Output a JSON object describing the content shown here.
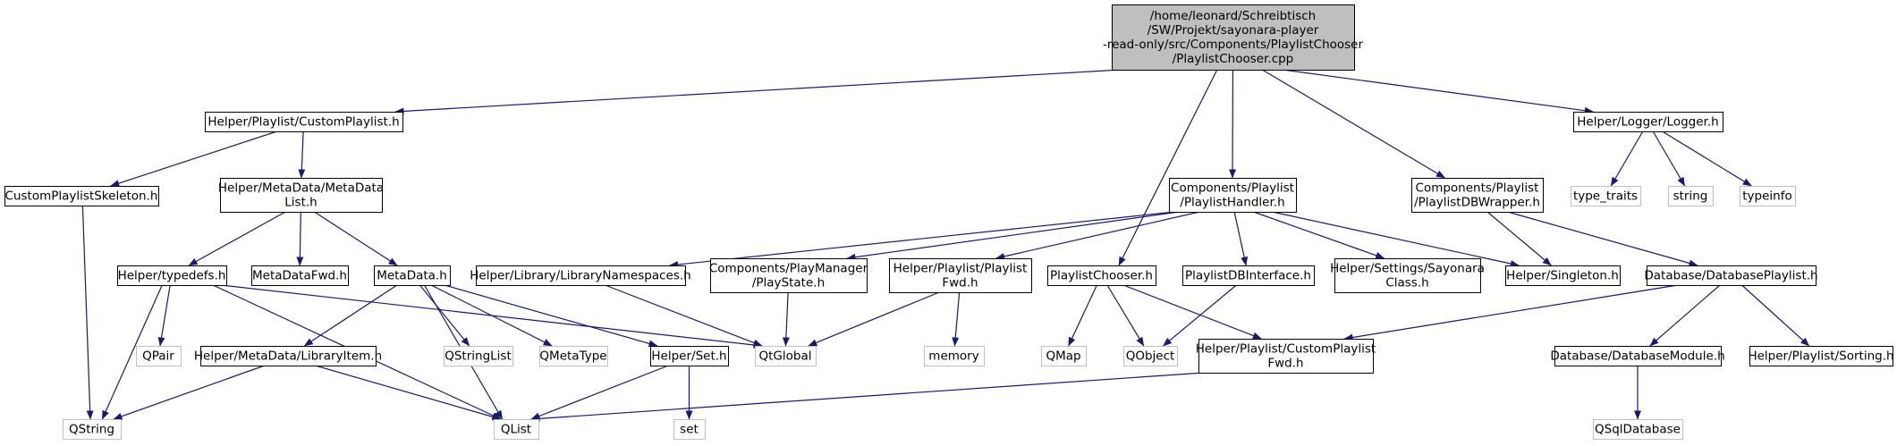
{
  "root": {
    "lines": [
      "/home/leonard/Schreibtisch",
      "/SW/Projekt/sayonara-player",
      "-read-only/src/Components/PlaylistChooser",
      "/PlaylistChooser.cpp"
    ]
  },
  "nodes": {
    "custom_playlist_h": {
      "lines": [
        "Helper/Playlist/CustomPlaylist.h"
      ]
    },
    "components_playlist_handler_h": {
      "lines": [
        "Components/Playlist",
        "/PlaylistHandler.h"
      ]
    },
    "components_playlist_dbwrapper_h": {
      "lines": [
        "Components/Playlist",
        "/PlaylistDBWrapper.h"
      ]
    },
    "logger_h": {
      "lines": [
        "Helper/Logger/Logger.h"
      ]
    },
    "custom_playlist_skeleton_h": {
      "lines": [
        "CustomPlaylistSkeleton.h"
      ]
    },
    "metadata_list_h": {
      "lines": [
        "Helper/MetaData/MetaData",
        "List.h"
      ]
    },
    "type_traits": {
      "lines": [
        "type_traits"
      ]
    },
    "string": {
      "lines": [
        "string"
      ]
    },
    "typeinfo": {
      "lines": [
        "typeinfo"
      ]
    },
    "typedefs_h": {
      "lines": [
        "Helper/typedefs.h"
      ]
    },
    "metadata_fwd_h": {
      "lines": [
        "MetaDataFwd.h"
      ]
    },
    "metadata_h": {
      "lines": [
        "MetaData.h"
      ]
    },
    "library_namespaces_h": {
      "lines": [
        "Helper/Library/LibraryNamespaces.h"
      ]
    },
    "play_state_h": {
      "lines": [
        "Components/PlayManager",
        "/PlayState.h"
      ]
    },
    "playlist_fwd_h": {
      "lines": [
        "Helper/Playlist/Playlist",
        "Fwd.h"
      ]
    },
    "playlist_chooser_h": {
      "lines": [
        "PlaylistChooser.h"
      ]
    },
    "playlist_db_interface_h": {
      "lines": [
        "PlaylistDBInterface.h"
      ]
    },
    "sayonara_class_h": {
      "lines": [
        "Helper/Settings/Sayonara",
        "Class.h"
      ]
    },
    "singleton_h": {
      "lines": [
        "Helper/Singleton.h"
      ]
    },
    "database_playlist_h": {
      "lines": [
        "Database/DatabasePlaylist.h"
      ]
    },
    "qpair": {
      "lines": [
        "QPair"
      ]
    },
    "library_item_h": {
      "lines": [
        "Helper/MetaData/LibraryItem.h"
      ]
    },
    "qstringlist": {
      "lines": [
        "QStringList"
      ]
    },
    "qmetatype": {
      "lines": [
        "QMetaType"
      ]
    },
    "set_h": {
      "lines": [
        "Helper/Set.h"
      ]
    },
    "qtglobal": {
      "lines": [
        "QtGlobal"
      ]
    },
    "memory": {
      "lines": [
        "memory"
      ]
    },
    "qmap": {
      "lines": [
        "QMap"
      ]
    },
    "qobject": {
      "lines": [
        "QObject"
      ]
    },
    "custom_playlist_fwd_h": {
      "lines": [
        "Helper/Playlist/CustomPlaylist",
        "Fwd.h"
      ]
    },
    "database_module_h": {
      "lines": [
        "Database/DatabaseModule.h"
      ]
    },
    "sorting_h": {
      "lines": [
        "Helper/Playlist/Sorting.h"
      ]
    },
    "qstring": {
      "lines": [
        "QString"
      ]
    },
    "qlist": {
      "lines": [
        "QList"
      ]
    },
    "set": {
      "lines": [
        "set"
      ]
    },
    "qsqldatabase": {
      "lines": [
        "QSqlDatabase"
      ]
    }
  },
  "colors": {
    "edge": "#191970",
    "node_border": "#000000",
    "external_border": "#bfbfbf",
    "root_fill": "#bfbfbf",
    "node_fill": "#ffffff"
  }
}
